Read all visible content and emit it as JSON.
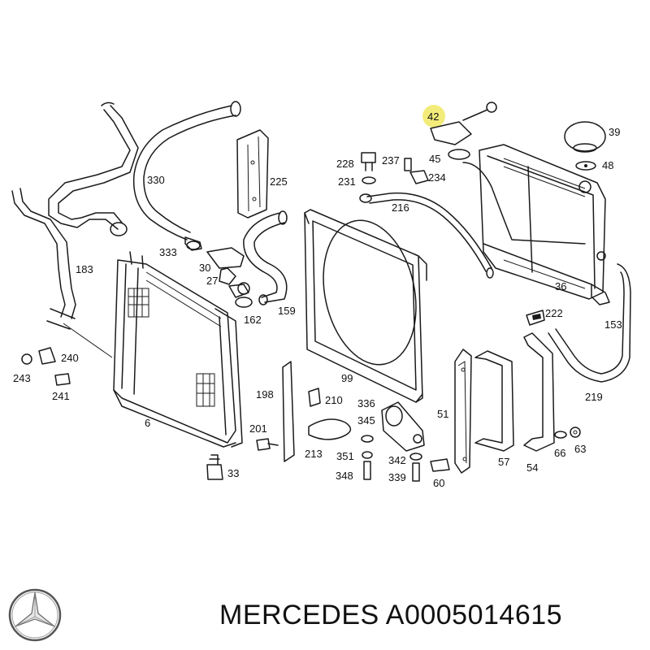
{
  "callouts": {
    "c42": "42",
    "c39": "39",
    "c45": "45",
    "c48": "48",
    "c228": "228",
    "c237": "237",
    "c231": "231",
    "c234": "234",
    "c216": "216",
    "c330": "330",
    "c225": "225",
    "c183": "183",
    "c333": "333",
    "c30": "30",
    "c27": "27",
    "c159": "159",
    "c162": "162",
    "c36": "36",
    "c222": "222",
    "c153": "153",
    "c240": "240",
    "c243": "243",
    "c241": "241",
    "c6": "6",
    "c99": "99",
    "c219": "219",
    "c198": "198",
    "c210": "210",
    "c336": "336",
    "c345": "345",
    "c51": "51",
    "c201": "201",
    "c213": "213",
    "c351": "351",
    "c342": "342",
    "c57": "57",
    "c66": "66",
    "c63": "63",
    "c54": "54",
    "c348": "348",
    "c339": "339",
    "c60": "60",
    "c33": "33"
  },
  "highlight_color": "#f3ec7a",
  "footer": {
    "brand": "MERCEDES",
    "part_number": "A0005014615"
  },
  "logo_icon": "mercedes-star-icon"
}
